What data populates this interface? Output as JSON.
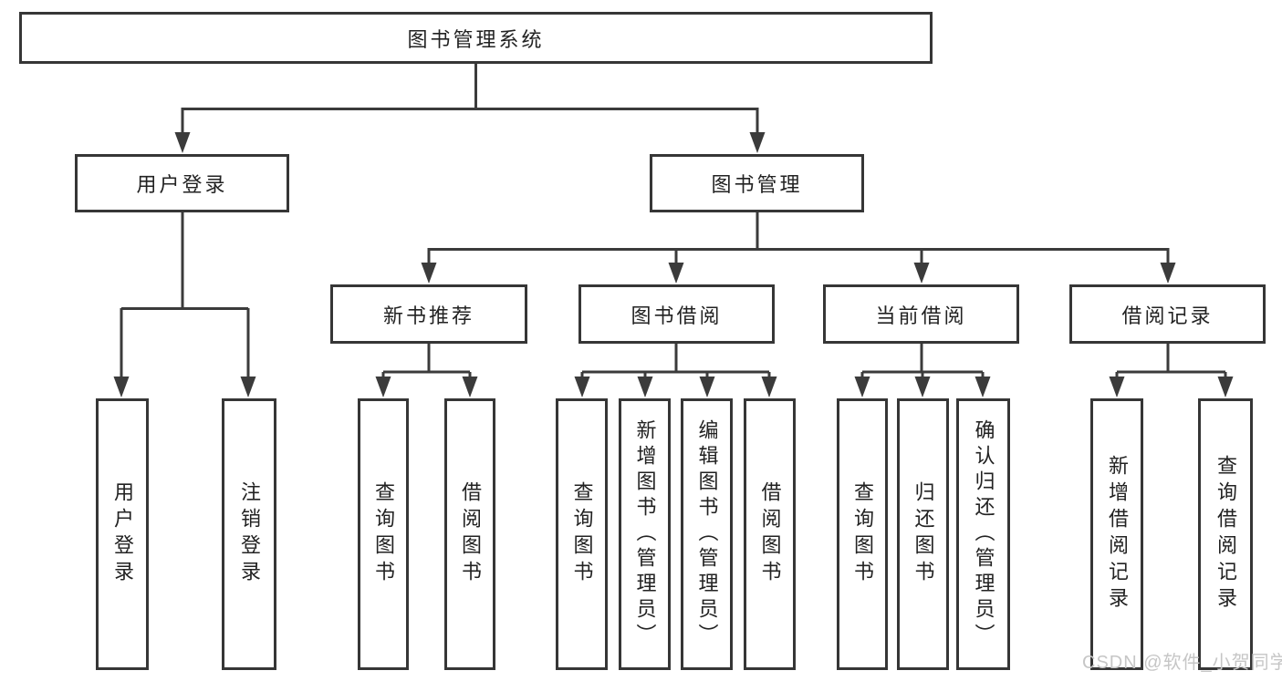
{
  "tree": {
    "label": "图书管理系统",
    "children": [
      {
        "label": "用户登录",
        "children": [
          {
            "label": "用户登录"
          },
          {
            "label": "注销登录"
          }
        ]
      },
      {
        "label": "图书管理",
        "children": [
          {
            "label": "新书推荐",
            "children": [
              {
                "label": "查询图书"
              },
              {
                "label": "借阅图书"
              }
            ]
          },
          {
            "label": "图书借阅",
            "children": [
              {
                "label": "查询图书"
              },
              {
                "label": "新增图书（管理员）"
              },
              {
                "label": "编辑图书（管理员）"
              },
              {
                "label": "借阅图书"
              }
            ]
          },
          {
            "label": "当前借阅",
            "children": [
              {
                "label": "查询图书"
              },
              {
                "label": "归还图书"
              },
              {
                "label": "确认归还（管理员）"
              }
            ]
          },
          {
            "label": "借阅记录",
            "children": [
              {
                "label": "新增借阅记录"
              },
              {
                "label": "查询借阅记录"
              }
            ]
          }
        ]
      }
    ]
  },
  "watermark": {
    "text": "CSDN @软件_小贺同学",
    "color": "#c6c6c6"
  },
  "colors": {
    "line": "#3b3b3b",
    "box_border": "#363636",
    "text": "#222222",
    "background": "#ffffff"
  }
}
